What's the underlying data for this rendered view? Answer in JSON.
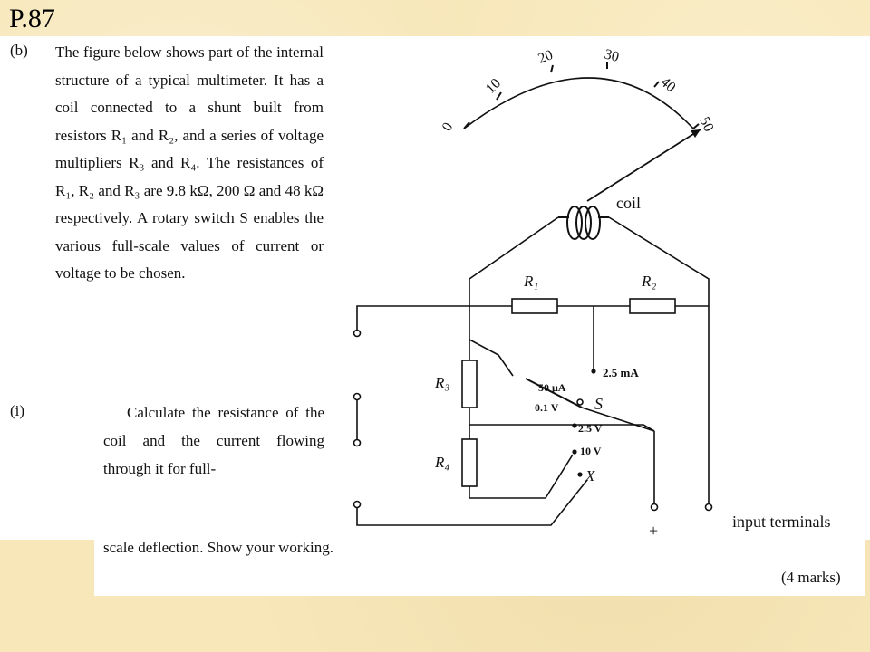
{
  "page_label": "P.87",
  "question": {
    "part": "(b)",
    "paragraph": "The figure below shows part of the internal structure of a typical multimeter. It has a coil connected to a shunt built from resistors R₁ and R₂, and a series of voltage multipliers R₃ and R₄. The resistances of R₁, R₂ and R₃ are 9.8 kΩ, 200 Ω and 48 kΩ respectively. A rotary switch S enables the various full-scale values of current or voltage to be chosen.",
    "sub_part": "(i)",
    "sub_text": "Calculate the resistance of the coil and the current flowing through it for full-",
    "continuation": "scale deflection. Show your working.",
    "marks": "(4 marks)"
  },
  "diagram": {
    "scale_ticks": [
      "0",
      "10",
      "20",
      "30",
      "40",
      "50"
    ],
    "coil_label": "coil",
    "r1_label": "R₁",
    "r2_label": "R₂",
    "r3_label": "R₃",
    "r4_label": "R₄",
    "switch_label": "S",
    "x_label": "X",
    "range_2_5ma": "2.5 mA",
    "range_50ua": "50 μA",
    "range_0_1v": "0.1 V",
    "range_2_5v": "2.5 V",
    "range_10v": "10 V",
    "plus_label": "+",
    "minus_label": "–",
    "terminals_label": "input terminals"
  }
}
